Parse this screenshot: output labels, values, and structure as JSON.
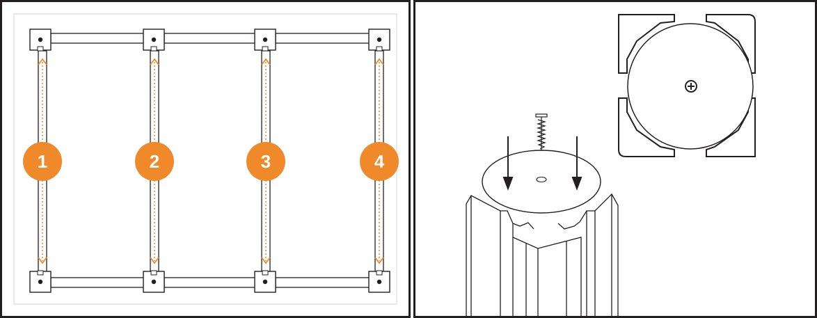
{
  "left_panel": {
    "badges": [
      {
        "label": "1"
      },
      {
        "label": "2"
      },
      {
        "label": "3"
      },
      {
        "label": "4"
      }
    ],
    "colors": {
      "badge": "#f0892a",
      "arrow": "#f0892a",
      "line": "#231f20",
      "border": "#e2e2e2"
    }
  },
  "right_panel": {
    "icons": [
      "screw-icon",
      "down-arrow-icon",
      "screw-head-icon",
      "round-plate-icon",
      "square-post-icon"
    ],
    "colors": {
      "line": "#231f20"
    }
  }
}
